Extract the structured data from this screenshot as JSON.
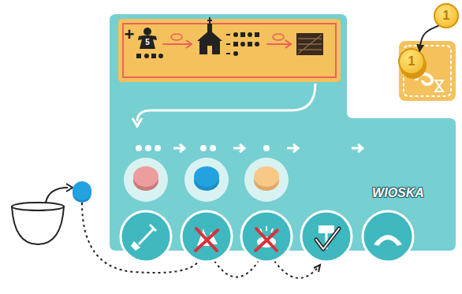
{
  "diagram": {
    "nodes": [
      {
        "text": [
          "WIOSKA"
        ]
      },
      {
        "text": [
          "+",
          "5"
        ],
        "in": 0
      },
      {
        "text": [
          "1"
        ]
      },
      {
        "text": [
          "1"
        ]
      }
    ],
    "edges": [
      {
        "from": 3,
        "to": 2,
        "arrow": "to"
      }
    ]
  }
}
